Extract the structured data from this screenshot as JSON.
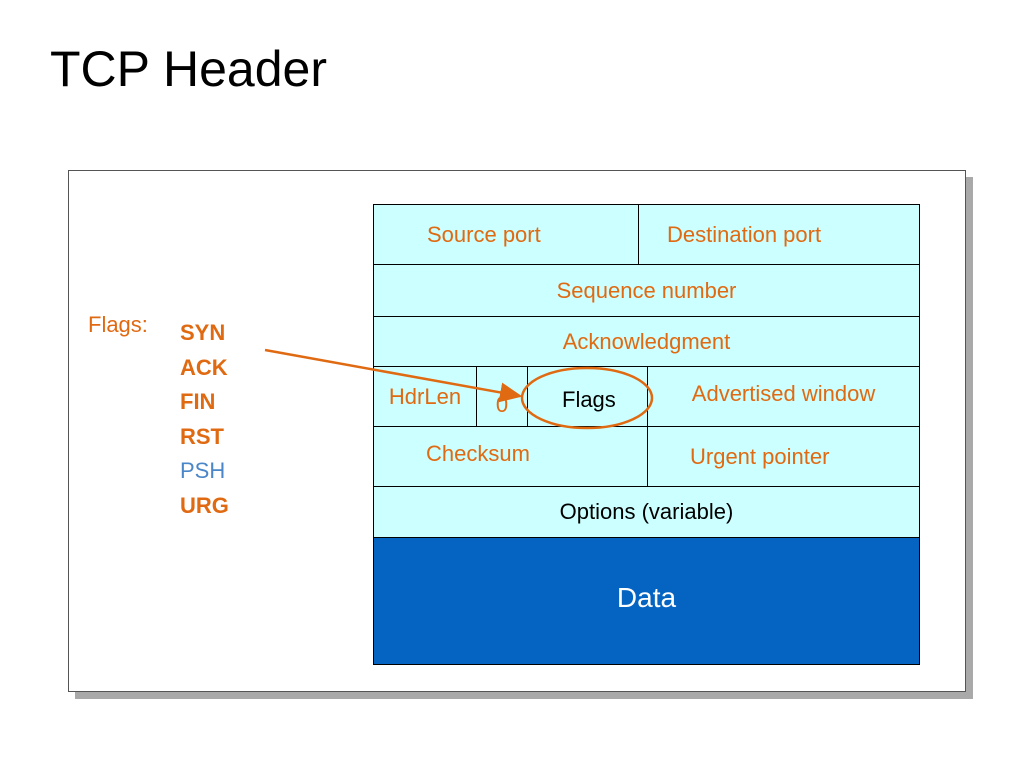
{
  "title": "TCP Header",
  "flags_label": "Flags:",
  "flags": [
    {
      "label": "SYN",
      "style": "bold-orange"
    },
    {
      "label": "ACK",
      "style": "bold-orange"
    },
    {
      "label": "FIN",
      "style": "bold-orange"
    },
    {
      "label": "RST",
      "style": "bold-orange"
    },
    {
      "label": "PSH",
      "style": "blue"
    },
    {
      "label": "URG",
      "style": "bold-orange"
    }
  ],
  "header": {
    "source_port": "Source port",
    "destination_port": "Destination port",
    "sequence_number": "Sequence number",
    "acknowledgment": "Acknowledgment",
    "hdrlen": "HdrLen",
    "reserved": "0",
    "flags": "Flags",
    "advertised_window": "Advertised window",
    "checksum": "Checksum",
    "urgent_pointer": "Urgent pointer",
    "options": "Options (variable)",
    "data": "Data"
  },
  "colors": {
    "field_fill": "#ccffff",
    "data_fill": "#0563c1",
    "accent_orange": "#e06a12",
    "psh_blue": "#4a86c8"
  }
}
